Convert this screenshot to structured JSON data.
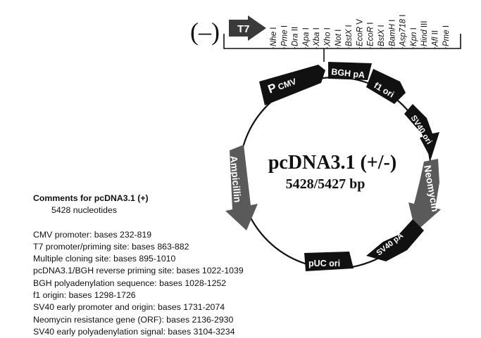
{
  "orientation_label": "(–)",
  "t7_label": "T7",
  "mcs_sites": [
    "Nhe I",
    "Pme I",
    "Dra II",
    "Apa I",
    "Xba I",
    "Xho I",
    "Not I",
    "BstX I",
    "EcoR V",
    "EcoR I",
    "BstX I",
    "BamH I",
    "Asp718 I",
    "Kpn I",
    "Hind III",
    "Afl II",
    "Pme I"
  ],
  "plasmid": {
    "name": "pcDNA3.1 (+/-)",
    "size": "5428/5427 bp"
  },
  "features": {
    "pcmv_p": "P",
    "pcmv_sub": "CMV",
    "bgh": "BGH pA",
    "f1": "f1 ori",
    "sv40ori": "SV40 ori",
    "neomycin": "Neomycin",
    "sv40pa": "SV40 pA",
    "puc": "pUC ori",
    "ampicillin": "Ampicillin"
  },
  "colors": {
    "black_feature": "#111111",
    "grey_feature": "#5a5a5a",
    "text_on_feature": "#ffffff"
  },
  "comments": {
    "title": "Comments for pcDNA3.1 (+)",
    "nucleotides": "5428 nucleotides",
    "lines": [
      "CMV promoter: bases 232-819",
      "T7 promoter/priming site: bases 863-882",
      "Multiple cloning site: bases 895-1010",
      "pcDNA3.1/BGH reverse priming site: bases 1022-1039",
      "BGH polyadenylation sequence: bases 1028-1252",
      "f1 origin: bases 1298-1726",
      "SV40 early promoter and origin: bases 1731-2074",
      "Neomycin resistance gene (ORF): bases 2136-2930",
      "SV40 early polyadenylation signal: bases 3104-3234"
    ]
  }
}
